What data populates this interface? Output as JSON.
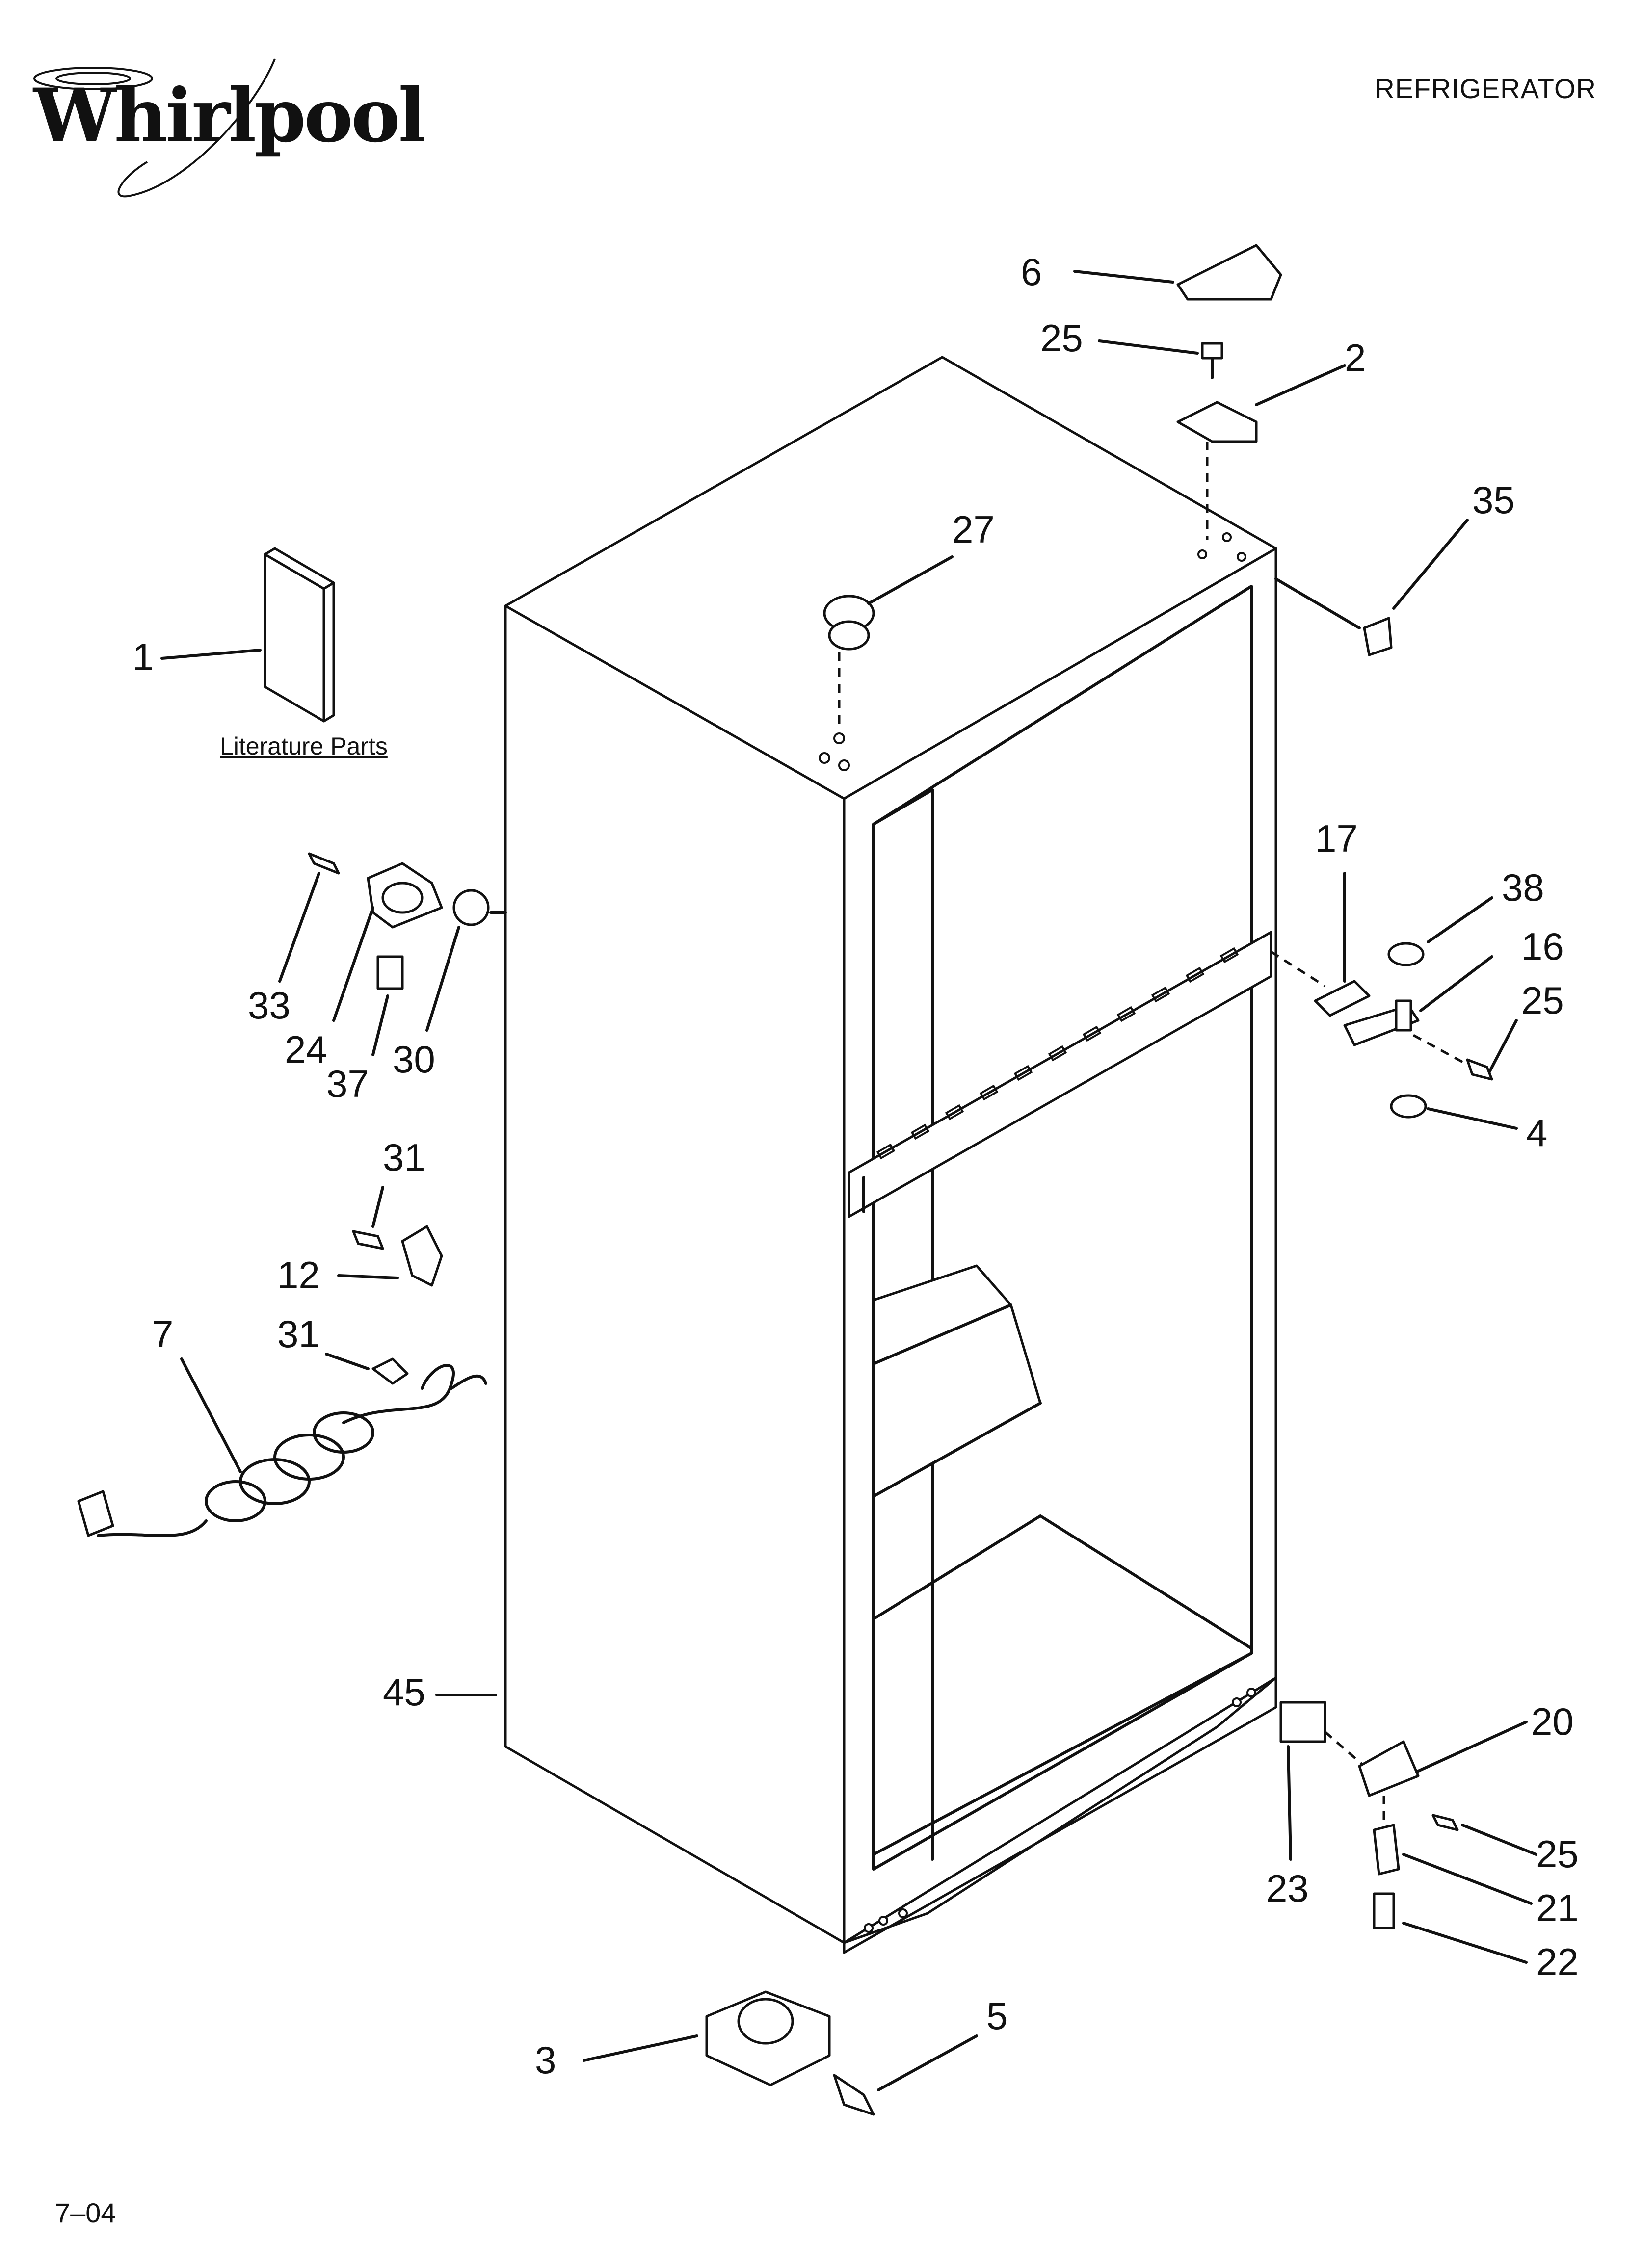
{
  "header": {
    "brand_logo": "Whirlpool",
    "document_title": "REFRIGERATOR"
  },
  "literature_label": "Literature Parts",
  "footer": {
    "code": "7–04"
  },
  "callouts": [
    "1",
    "2",
    "3",
    "4",
    "5",
    "6",
    "7",
    "12",
    "16",
    "17",
    "20",
    "21",
    "22",
    "23",
    "24",
    "25",
    "27",
    "30",
    "31",
    "33",
    "35",
    "37",
    "38",
    "45"
  ],
  "labels": {
    "c1": "1",
    "c2": "2",
    "c3": "3",
    "c4": "4",
    "c5": "5",
    "c6": "6",
    "c7": "7",
    "c12": "12",
    "c16": "16",
    "c17": "17",
    "c20": "20",
    "c21": "21",
    "c22": "22",
    "c23": "23",
    "c24": "24",
    "c25a": "25",
    "c25b": "25",
    "c25c": "25",
    "c27": "27",
    "c30": "30",
    "c31a": "31",
    "c31b": "31",
    "c33": "33",
    "c35": "35",
    "c37": "37",
    "c38": "38",
    "c45": "45"
  }
}
